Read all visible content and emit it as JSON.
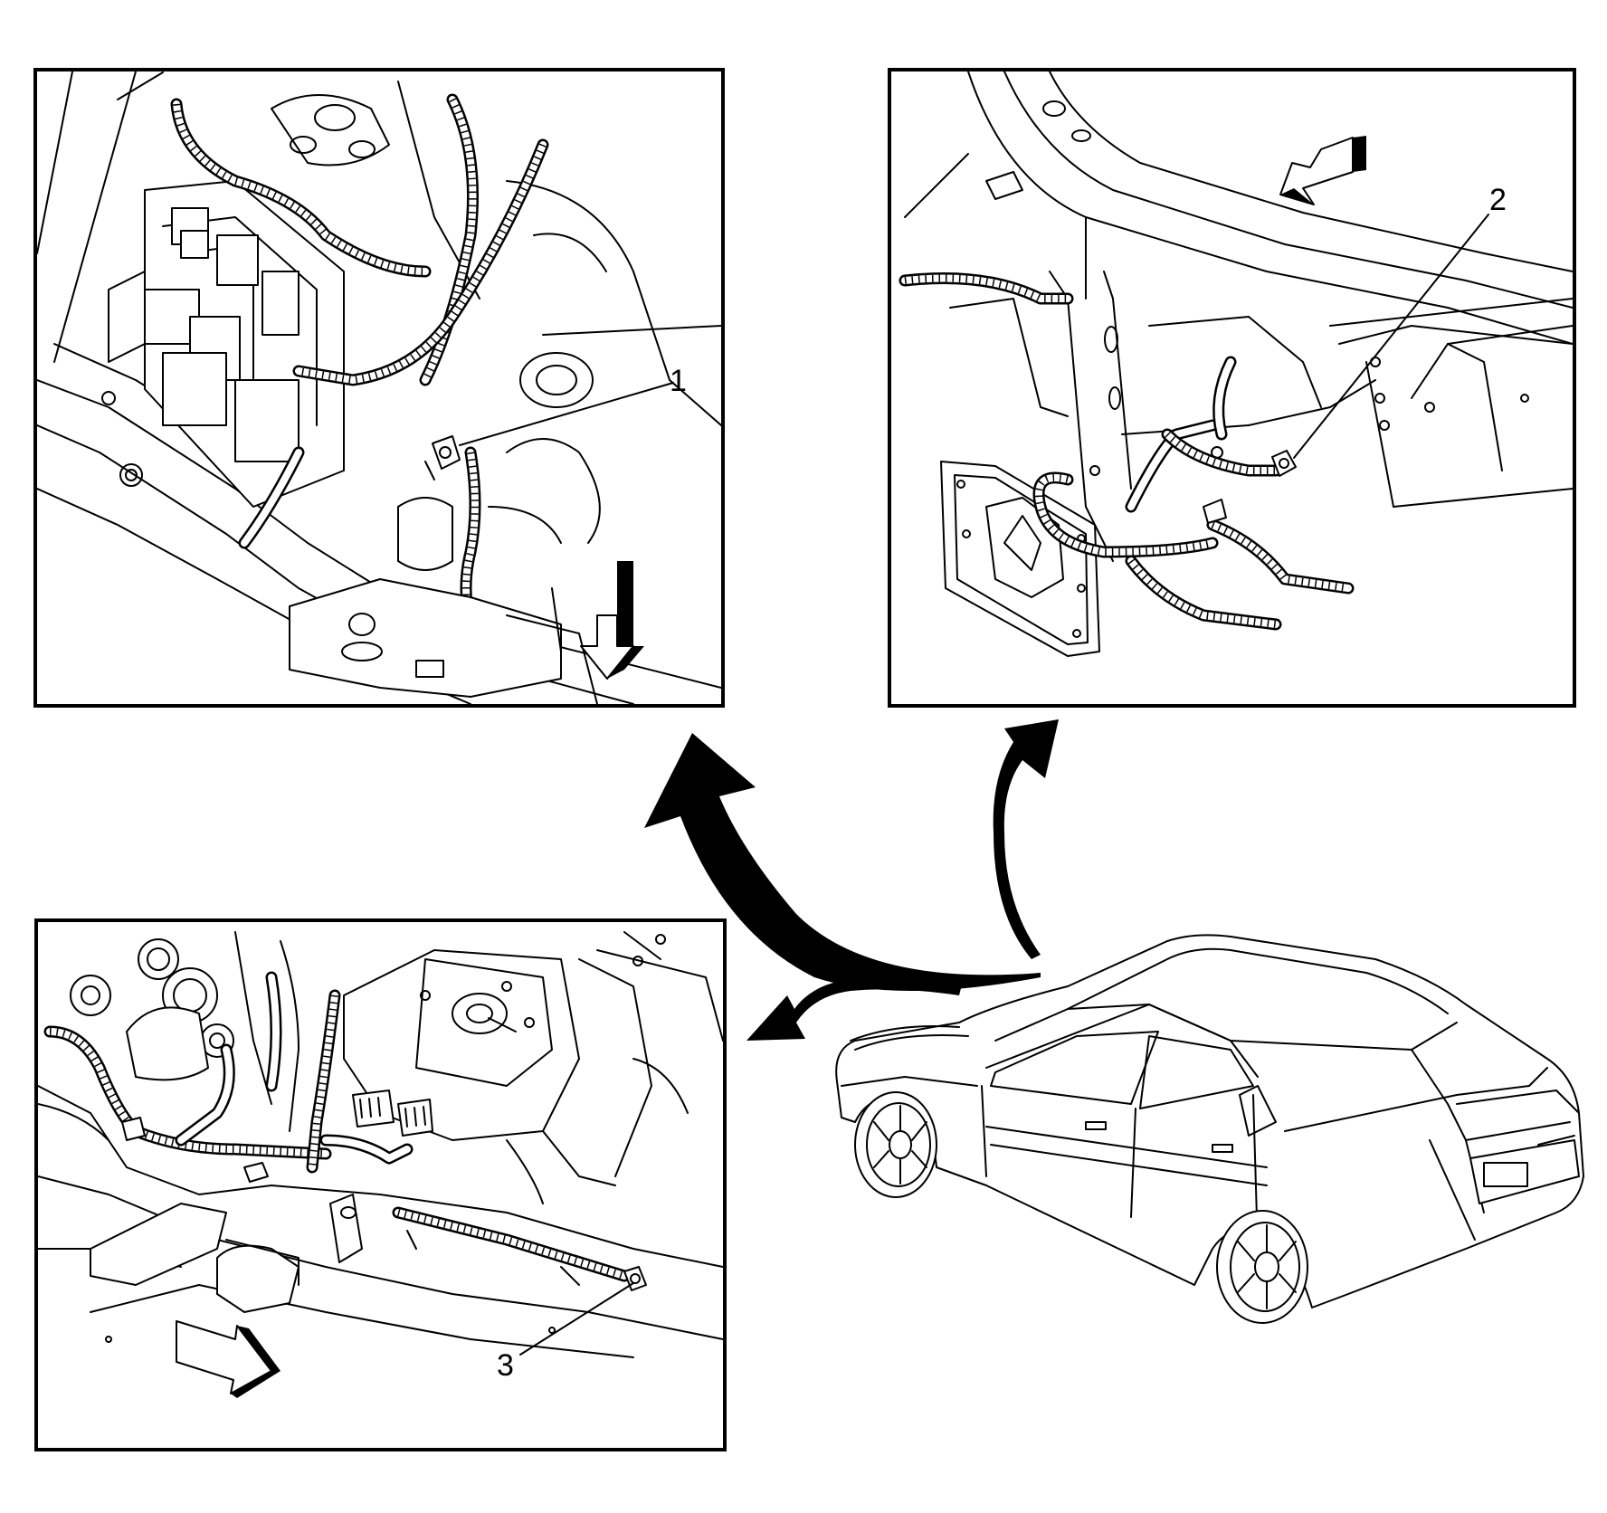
{
  "callouts": [
    {
      "id": "1",
      "label": "1"
    },
    {
      "id": "2",
      "label": "2"
    },
    {
      "id": "3",
      "label": "3"
    }
  ],
  "panels": [
    {
      "id": "top-left",
      "callout": "1"
    },
    {
      "id": "top-right",
      "callout": "2"
    },
    {
      "id": "bottom-left",
      "callout": "3"
    }
  ],
  "colors": {
    "line": "#000000",
    "background": "#ffffff"
  }
}
